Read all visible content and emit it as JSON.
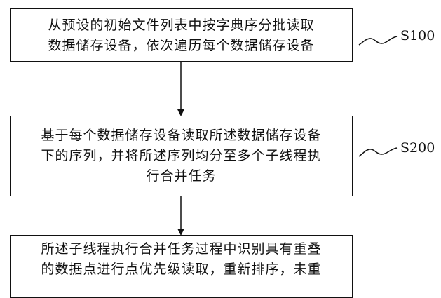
{
  "steps": [
    {
      "id": "S100",
      "lines": [
        "从预设的初始文件列表中按字典序分批读取",
        "数据储存设备，依次遍历每个数据储存设备"
      ]
    },
    {
      "id": "S200",
      "lines": [
        "基于每个数据储存设备读取所述数据储存设备",
        "下的序列，并将所述序列均分至多个子线程执",
        "行合并任务"
      ]
    },
    {
      "lines": [
        "所述子线程执行合并任务过程中识别具有重叠",
        "的数据点进行点优先级读取，重新排序，未重"
      ]
    }
  ]
}
